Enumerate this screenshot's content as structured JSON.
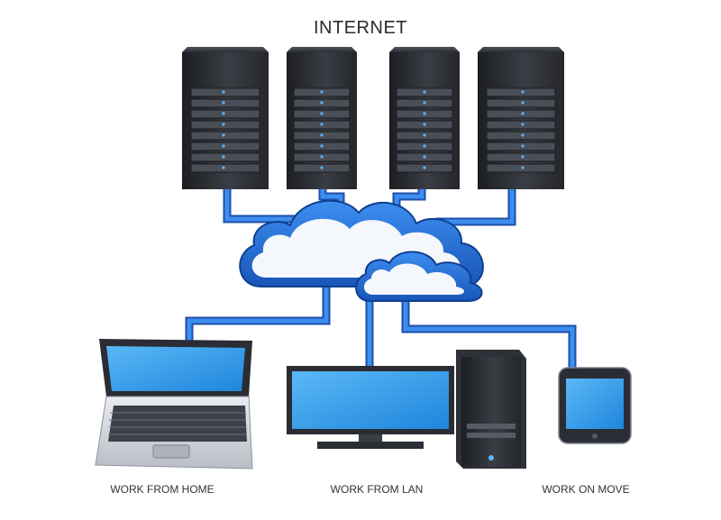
{
  "diagram": {
    "title": "INTERNET",
    "nodes": {
      "servers": [
        {
          "id": "server-1",
          "icon": "server-rack-icon"
        },
        {
          "id": "server-2",
          "icon": "server-rack-icon"
        },
        {
          "id": "server-3",
          "icon": "server-rack-icon"
        },
        {
          "id": "server-4",
          "icon": "server-rack-icon"
        }
      ],
      "cloud": {
        "icon": "cloud-icon"
      },
      "clients": [
        {
          "id": "home",
          "label": "WORK FROM HOME",
          "icon": "laptop-icon"
        },
        {
          "id": "lan",
          "label": "WORK FROM LAN",
          "icon": "desktop-computer-icon"
        },
        {
          "id": "move",
          "label": "WORK ON MOVE",
          "icon": "smartphone-icon"
        }
      ]
    },
    "colors": {
      "connector": "#2f6fd6",
      "screen": "#3aa0ee",
      "device_dark": "#2a2d33",
      "cloud_fill": "#f4f7fb"
    }
  }
}
